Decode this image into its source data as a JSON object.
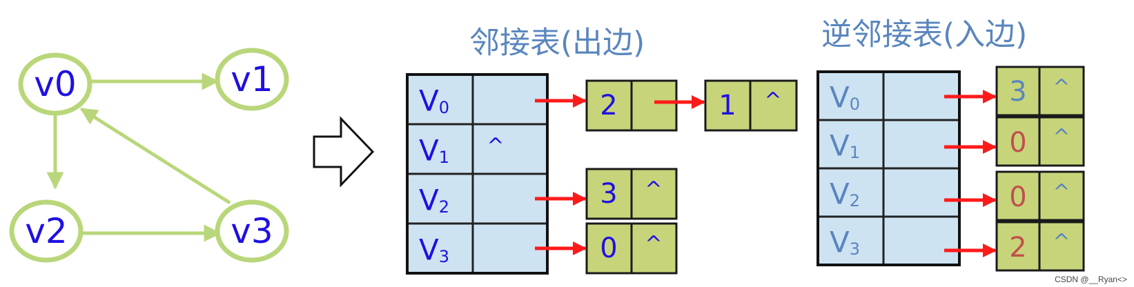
{
  "graph": {
    "nodes": [
      {
        "id": "v0",
        "label": "v0"
      },
      {
        "id": "v1",
        "label": "v1"
      },
      {
        "id": "v2",
        "label": "v2"
      },
      {
        "id": "v3",
        "label": "v3"
      }
    ],
    "edges": [
      {
        "from": "v0",
        "to": "v1"
      },
      {
        "from": "v0",
        "to": "v2"
      },
      {
        "from": "v2",
        "to": "v3"
      },
      {
        "from": "v3",
        "to": "v0"
      }
    ]
  },
  "adjacency_out": {
    "title": "邻接表(出边)",
    "vertices": [
      {
        "letter": "V",
        "sub": "0",
        "null_mark": "",
        "list": [
          {
            "index": "2",
            "next": ""
          },
          {
            "index": "1",
            "next": "^"
          }
        ]
      },
      {
        "letter": "V",
        "sub": "1",
        "null_mark": "^",
        "list": []
      },
      {
        "letter": "V",
        "sub": "2",
        "null_mark": "",
        "list": [
          {
            "index": "3",
            "next": "^"
          }
        ]
      },
      {
        "letter": "V",
        "sub": "3",
        "null_mark": "",
        "list": [
          {
            "index": "0",
            "next": "^"
          }
        ]
      }
    ]
  },
  "adjacency_in": {
    "title": "逆邻接表(入边)",
    "vertices": [
      {
        "letter": "V",
        "sub": "0",
        "list": [
          {
            "index": "3",
            "next": "^"
          }
        ]
      },
      {
        "letter": "V",
        "sub": "1",
        "list": [
          {
            "index": "0",
            "next": "^"
          }
        ]
      },
      {
        "letter": "V",
        "sub": "2",
        "list": [
          {
            "index": "0",
            "next": "^"
          }
        ]
      },
      {
        "letter": "V",
        "sub": "3",
        "list": [
          {
            "index": "2",
            "next": "^"
          }
        ]
      }
    ]
  },
  "watermark": "CSDN @__Ryan<>",
  "colors": {
    "node_stroke": "#b9d77a",
    "node_text": "#1f10e0",
    "vertex_fill": "#cde3f2",
    "edge_fill": "#c8d47a",
    "pointer_arrow": "#ff1a1a",
    "title": "#5a86be",
    "in_list_index": "#c0504d"
  }
}
